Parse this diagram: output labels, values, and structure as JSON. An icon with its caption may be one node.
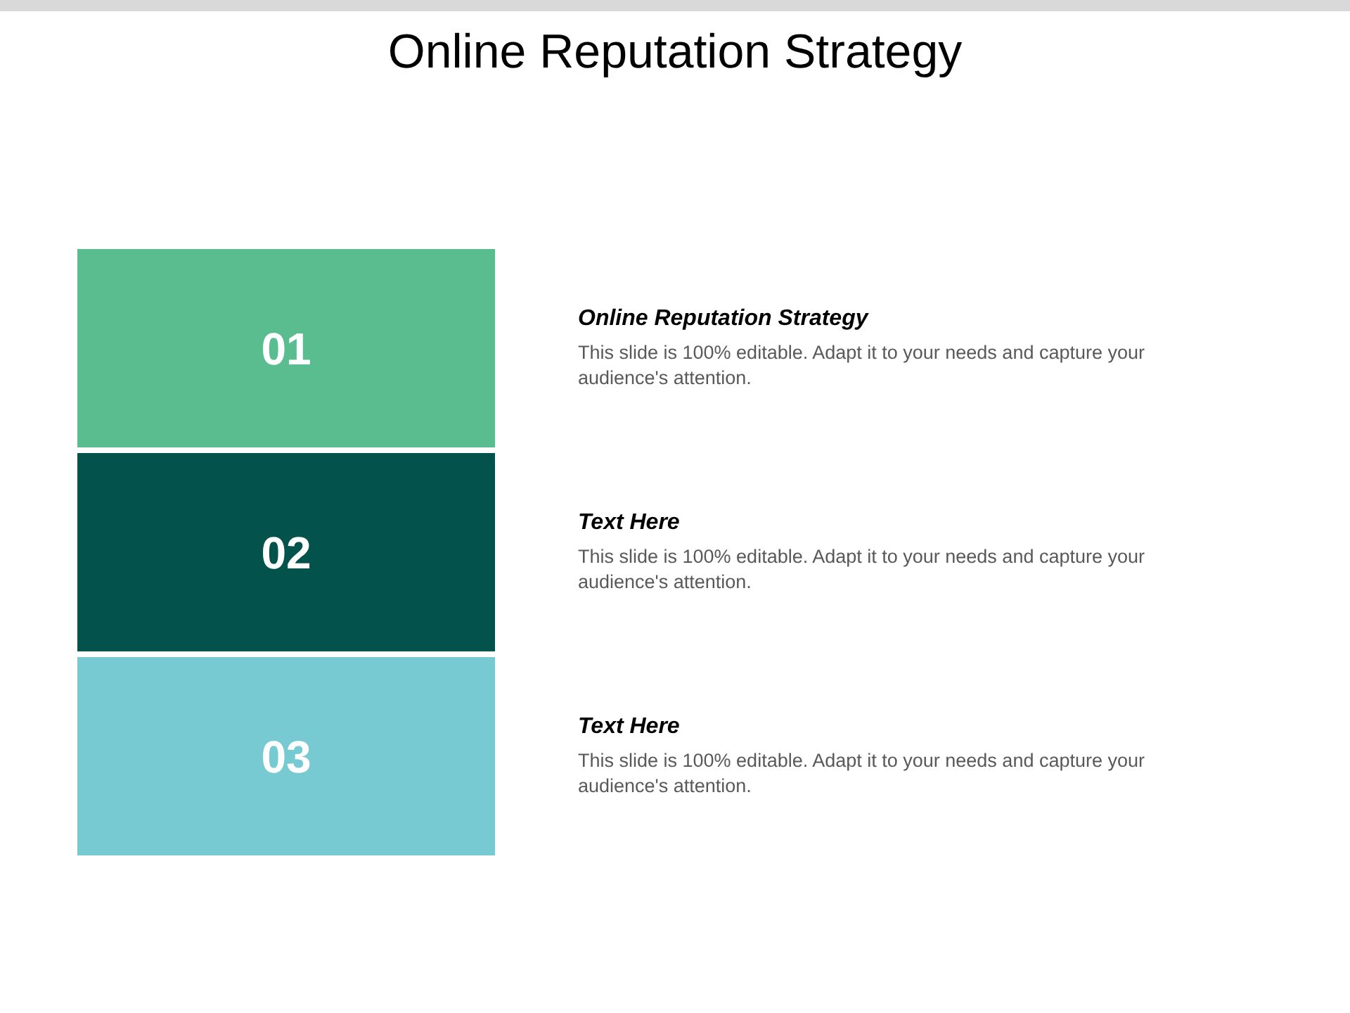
{
  "diagram": {
    "title": "Online Reputation Strategy",
    "nodes": [
      {
        "text": [
          "01"
        ],
        "beside": [
          "Online Reputation Strategy",
          "This slide is 100% editable. Adapt it to your needs and capture your audience's attention."
        ]
      },
      {
        "text": [
          "02"
        ],
        "beside": [
          "Text Here",
          "This slide is 100% editable. Adapt it to your needs and capture your audience's attention."
        ]
      },
      {
        "text": [
          "03"
        ],
        "beside": [
          "Text Here",
          "This slide is 100% editable. Adapt it to your needs and capture your audience's attention."
        ]
      }
    ]
  }
}
